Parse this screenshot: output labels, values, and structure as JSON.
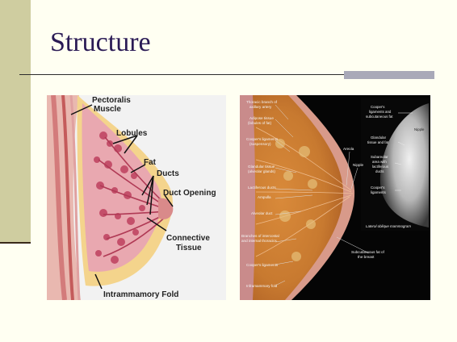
{
  "slide": {
    "title": "Structure"
  },
  "left_figure": {
    "labels": {
      "pectoralis_1": "Pectoralis",
      "pectoralis_2": "Muscle",
      "lobules": "Lobules",
      "fat": "Fat",
      "ducts": "Ducts",
      "duct_opening": "Duct Opening",
      "connective_1": "Connective",
      "connective_2": "Tissue",
      "fold": "Intrammamory Fold"
    }
  },
  "right_figure": {
    "labels": {
      "l1a": "Thoracic branch of",
      "l1b": "axillary artery",
      "l2a": "Adipose tissue",
      "l2b": "(lobules of fat)",
      "l3a": "Cooper's ligaments",
      "l3b": "(suspensory)",
      "l4a": "Glandular tissue",
      "l4b": "(alveolar glands)",
      "l5": "Lactiferous ducts",
      "l6": "Ampulla",
      "l7": "Alveolar duct",
      "l8a": "Branches of intercostal",
      "l8b": "and internal thoracics",
      "l9": "Cooper's ligaments",
      "l10": "Inframammary fold",
      "areola": "Areola",
      "nipple": "Nipple",
      "subq_a": "Subcutaneous fat of",
      "subq_b": "the breast",
      "m1a": "Cooper's",
      "m1b": "ligaments and",
      "m1c": "subcutaneous fat",
      "m_nipple": "Nipple",
      "m2a": "Glandular",
      "m2b": "tissue and fat",
      "m3a": "Subareolar",
      "m3b": "area with",
      "m3c": "lactiferous",
      "m3d": "ducts",
      "m4a": "Cooper's",
      "m4b": "ligaments",
      "caption": "Lateral oblique mammogram"
    }
  }
}
